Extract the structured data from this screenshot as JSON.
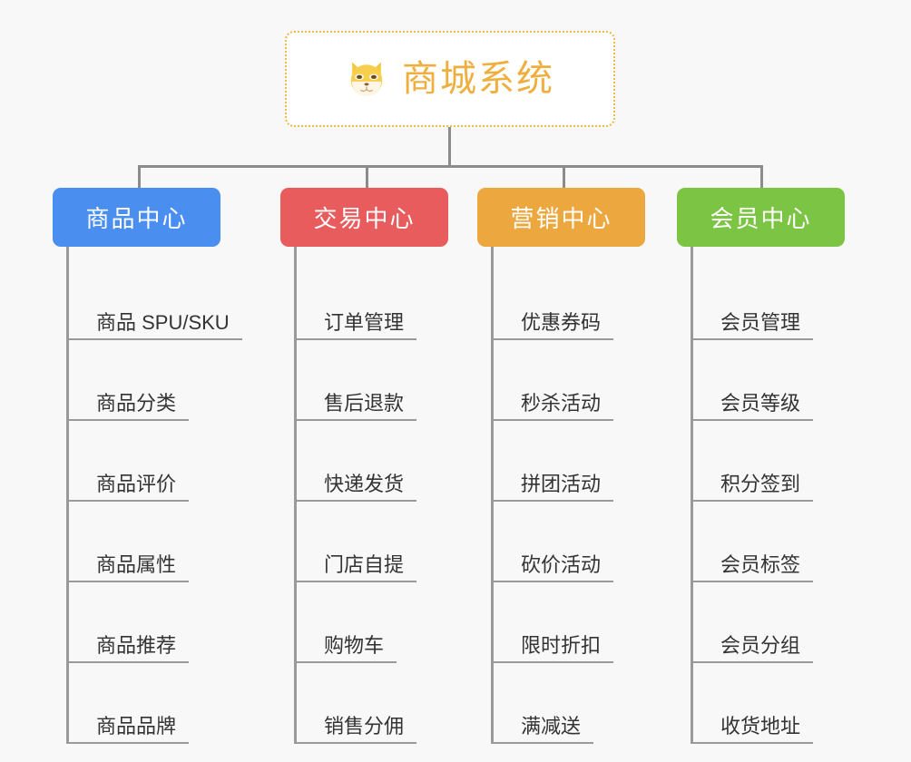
{
  "root": {
    "title": "商城系统",
    "icon": "shiba-dog-emoji",
    "border_color": "#edb74a",
    "text_color": "#eeaf3e",
    "background": "#ffffff"
  },
  "canvas": {
    "background": "#f8f8f8",
    "connector_color": "#8c8c8c",
    "leaf_line_color": "#9a9a9a",
    "leaf_text_color": "#333333"
  },
  "columns": [
    {
      "title": "商品中心",
      "color": "#4a8ef0",
      "items": [
        "商品 SPU/SKU",
        "商品分类",
        "商品评价",
        "商品属性",
        "商品推荐",
        "商品品牌"
      ]
    },
    {
      "title": "交易中心",
      "color": "#e85c5e",
      "items": [
        "订单管理",
        "售后退款",
        "快递发货",
        "门店自提",
        "购物车",
        "销售分佣"
      ]
    },
    {
      "title": "营销中心",
      "color": "#eca73f",
      "items": [
        "优惠券码",
        "秒杀活动",
        "拼团活动",
        "砍价活动",
        "限时折扣",
        "满减送"
      ]
    },
    {
      "title": "会员中心",
      "color": "#7cc544",
      "items": [
        "会员管理",
        "会员等级",
        "积分签到",
        "会员标签",
        "会员分组",
        "收货地址"
      ]
    }
  ]
}
